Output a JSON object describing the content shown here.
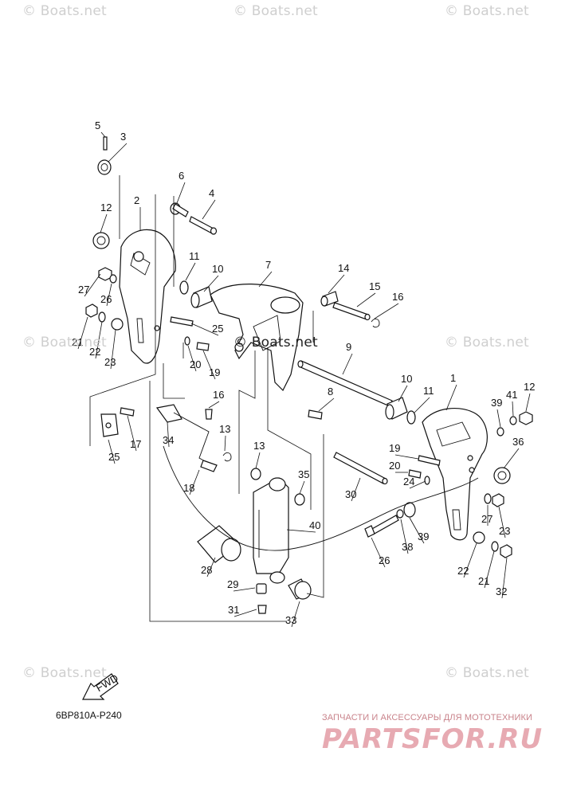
{
  "watermarks": {
    "corner": "© Boats.net",
    "center": "© Boats.net"
  },
  "diagram_code": "6BP810A-P240",
  "fwd_label": "FWD",
  "vendor": {
    "tagline": "ЗАПЧАСТИ И АКСЕССУАРЫ ДЛЯ МОТОТЕХНИКИ",
    "brand": "PARTSFOR.RU",
    "brand_color": "#e7aab2"
  },
  "callouts": [
    "5",
    "3",
    "6",
    "4",
    "12",
    "2",
    "11",
    "10",
    "7",
    "14",
    "15",
    "16",
    "27",
    "26",
    "21",
    "22",
    "23",
    "25",
    "20",
    "19",
    "9",
    "8",
    "1",
    "10",
    "11",
    "39",
    "41",
    "12",
    "36",
    "16",
    "13",
    "13",
    "35",
    "34",
    "18",
    "17",
    "25",
    "19",
    "20",
    "24",
    "30",
    "40",
    "39",
    "38",
    "26",
    "27",
    "23",
    "22",
    "21",
    "32",
    "28",
    "29",
    "31",
    "33"
  ]
}
